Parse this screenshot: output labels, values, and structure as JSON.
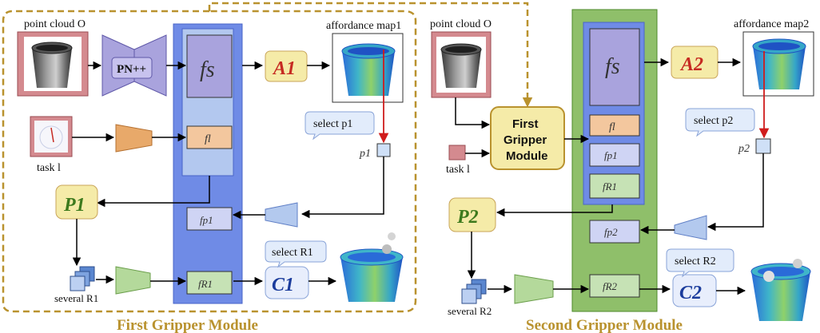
{
  "module1": {
    "title": "First Gripper Module",
    "point_cloud_label": "point cloud O",
    "task_label": "task l",
    "pn_label": "PN++",
    "fs_label": "fs",
    "fl_label": "fl",
    "fp_label": "fp1",
    "fr_label": "fR1",
    "affordance_label": "affordance map1",
    "a_label": "A1",
    "p_label": "P1",
    "c_label": "C1",
    "select_p": "select p1",
    "select_r": "select R1",
    "point_label": "p1",
    "several_label": "several R1"
  },
  "module2": {
    "title": "Second Gripper Module",
    "point_cloud_label": "point cloud O",
    "task_label": "task l",
    "first_gripper_box": [
      "First",
      "Gripper",
      "Module"
    ],
    "fs_label": "fs",
    "fl_label": "fl",
    "fp1_label": "fp1",
    "fr1_label": "fR1",
    "fp_label": "fp2",
    "fr_label": "fR2",
    "affordance_label": "affordance map2",
    "a_label": "A2",
    "p_label": "P2",
    "c_label": "C2",
    "select_p": "select p2",
    "select_r": "select R2",
    "point_label": "p2",
    "several_label": "several R2"
  },
  "colors": {
    "dashed_border": "#b9922e",
    "encoder_purple": "#a9a3dd",
    "backbone_blue": "#6f8be6",
    "inner_blue": "#b3c8ef",
    "backbone_green": "#8fbf6a",
    "feat_orange": "#f3c79e",
    "feat_lavender": "#cfd4f4",
    "feat_green": "#c6e2b5",
    "mlp_orange": "#e8a96a",
    "mlp_blue": "#b3c9ee",
    "mlp_green": "#b4d99b",
    "script_bg": "#f5eba8",
    "script_red": "#c62b22",
    "script_green": "#3d7a1d",
    "script_blue": "#1b3c9c",
    "point_cloud_frame": "#d48a8f"
  },
  "icons": [
    "bucket-pointcloud",
    "task-image",
    "bucket-heatmap",
    "bucket-with-gripper"
  ]
}
